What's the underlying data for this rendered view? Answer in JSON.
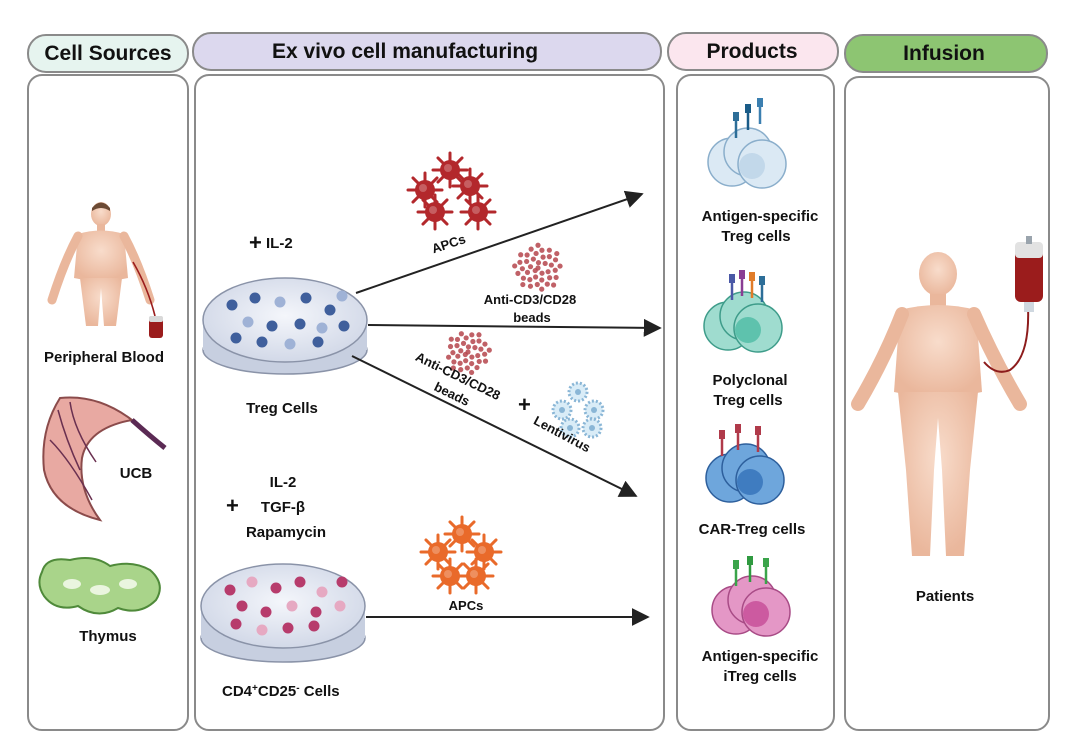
{
  "headers": {
    "cell_sources": "Cell Sources",
    "manufacturing": "Ex vivo cell manufacturing",
    "products": "Products",
    "infusion": "Infusion"
  },
  "sources": {
    "peripheral_blood": "Peripheral Blood",
    "ucb": "UCB",
    "thymus": "Thymus"
  },
  "manufacturing": {
    "plus_sign": "+",
    "treg_cytokine": "IL-2",
    "treg_cells": "Treg Cells",
    "cd4_cytokines": [
      "IL-2",
      "TGF-β",
      "Rapamycin"
    ],
    "cd4_cells_main": "CD4",
    "cd4_sup": "+",
    "cd4_cells_mid": "CD25",
    "cd4_sub": "-",
    "cd4_cells_tail": " Cells",
    "apcs_top": "APCs",
    "beads_label_1": "Anti-CD3/CD28",
    "beads_label_2": "beads",
    "car_beads_1": "Anti-CD3/CD28",
    "car_beads_2": "beads",
    "lentivirus": "Lentivirus",
    "apcs_bottom": "APCs"
  },
  "products": {
    "antigen_specific": [
      "Antigen-specific",
      "Treg cells"
    ],
    "polyclonal": [
      "Polyclonal",
      "Treg cells"
    ],
    "car_treg": "CAR-Treg cells",
    "antigen_itreg": [
      "Antigen-specific",
      "iTreg cells"
    ]
  },
  "infusion": {
    "patients": "Patients"
  },
  "colors": {
    "hdr_sources": "#e6f4ef",
    "hdr_manufacturing": "#dcd8ee",
    "hdr_products": "#fbe6ee",
    "hdr_infusion": "#8dc572",
    "dish_blue": "#3f5f9c",
    "dish_pink": "#b73c6c",
    "apc_red": "#b3282c",
    "apc_orange": "#e96a2a",
    "bead_red": "#b5454c",
    "virus_blue": "#8ab6d6",
    "skin": "#f3cdb6",
    "blood": "#8d1c1c"
  }
}
